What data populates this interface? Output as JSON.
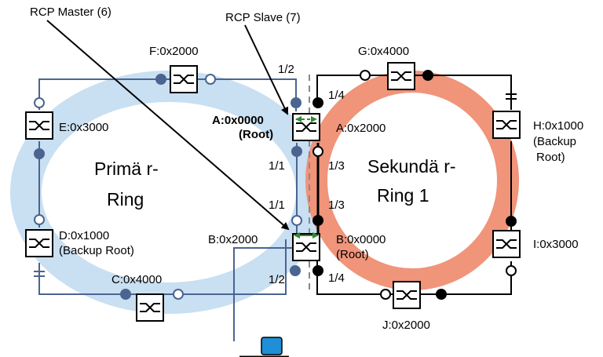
{
  "callouts": {
    "rcp_master": "RCP Master (6)",
    "rcp_slave": "RCP Slave (7)"
  },
  "rings": {
    "primary": {
      "line1": "Primä r-",
      "line2": "Ring"
    },
    "secondary": {
      "line1": "Sekundä r-",
      "line2": "Ring 1"
    }
  },
  "switches": {
    "F": {
      "label": "F:0x2000"
    },
    "E": {
      "label": "E:0x3000"
    },
    "D": {
      "label1": "D:0x1000",
      "label2": "(Backup Root)"
    },
    "C": {
      "label": "C:0x4000"
    },
    "G": {
      "label": "G:0x4000"
    },
    "H": {
      "label1": "H:0x1000",
      "label2": "(Backup",
      "label3": "Root)"
    },
    "I": {
      "label": "I:0x3000"
    },
    "J": {
      "label": "J:0x2000"
    },
    "A": {
      "primary_label": "A:0x0000",
      "primary_root": "(Root)",
      "secondary_label": "A:0x2000"
    },
    "B": {
      "primary_label": "B:0x2000",
      "secondary_label": "B:0x0000",
      "secondary_root": "(Root)"
    }
  },
  "ports": {
    "a_primary": "1/2",
    "a_secondary": "1/4",
    "a_link_primary": "1/1",
    "a_link_secondary": "1/3",
    "b_link_primary": "1/1",
    "b_link_secondary": "1/3",
    "b_primary": "1/2",
    "b_secondary": "1/4"
  },
  "colors": {
    "primary_ring": "#c9dff2",
    "secondary_ring": "#f0947a",
    "primary_line": "#4b6490",
    "secondary_line": "#000000",
    "coupling_arrow": "#2e8b2e",
    "device": "#1f8fd6"
  }
}
